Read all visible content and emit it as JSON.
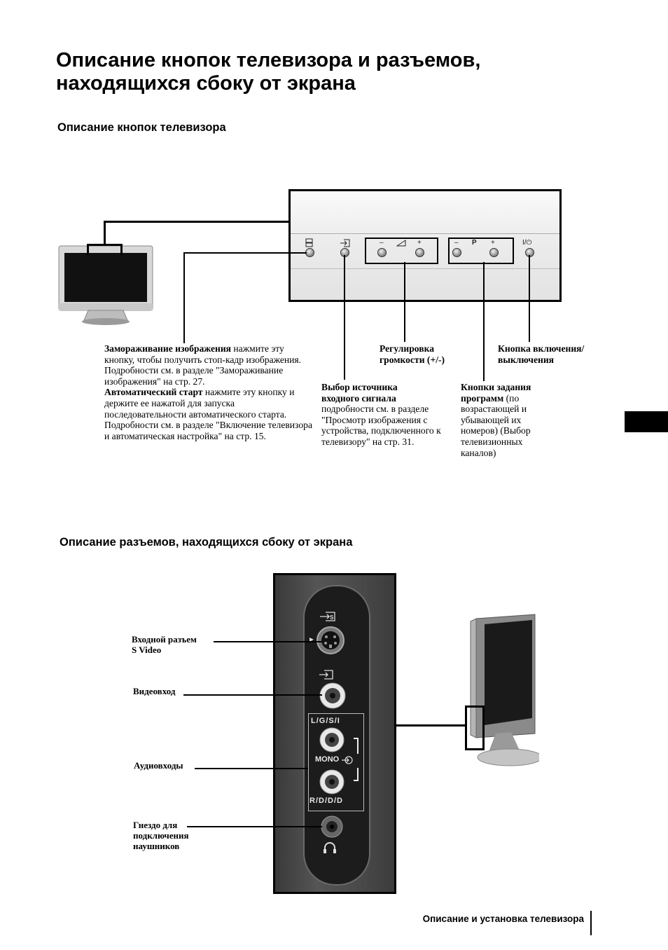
{
  "page": {
    "title_line1": "Описание кнопок телевизора и разъемов,",
    "title_line2": "находящихся сбоку от экрана"
  },
  "section1": {
    "heading": "Описание кнопок телевизора",
    "panel_symbols": {
      "minus1": "–",
      "plus1": "+",
      "minus2": "–",
      "p": "P",
      "plus2": "+",
      "power": "I/⏻"
    },
    "freeze": {
      "title": "Замораживание изображения",
      "text": " нажмите эту кнопку, чтобы получить стоп-кадр изображения. Подробности см. в разделе \"Замораживание изображения\" на стр. 27.",
      "auto_title": "Автоматический старт",
      "auto_text": " нажмите эту кнопку и держите ее нажатой для запуска последовательности автоматического старта. Подробности см. в разделе \"Включение телевизора и автоматическая настройка\" на стр. 15."
    },
    "input_select": {
      "title_line1": "Выбор источника",
      "title_line2": "входного сигнала",
      "text": "подробности см. в разделе \"Просмотр изображения с устройства, подключенного к телевизору\" на стр. 31."
    },
    "volume": {
      "title_line1": "Регулировка",
      "title_line2": "громкости (+/-)"
    },
    "programs": {
      "title_line1": "Кнопки задания",
      "title_bold": "программ",
      "text": " (по возрастающей и убывающей их номеров) (Выбор телевизионных каналов)"
    },
    "power": {
      "title_line1": "Кнопка включения/",
      "title_line2": "выключения"
    }
  },
  "section2": {
    "heading": "Описание разъемов, находящихся сбоку от экрана",
    "labels": {
      "svideo_line1": "Входной разъем",
      "svideo_line2": "S Video",
      "video": "Видеовход",
      "audio": "Аудиовходы",
      "headphones_line1": "Гнездо для",
      "headphones_line2": "подключения",
      "headphones_line3": "наушников"
    },
    "panel_text": {
      "lg": "L/G/S/I",
      "mono": "MONO",
      "rd": "R/D/D/D"
    }
  },
  "footer": {
    "text": "Описание и установка телевизора"
  }
}
